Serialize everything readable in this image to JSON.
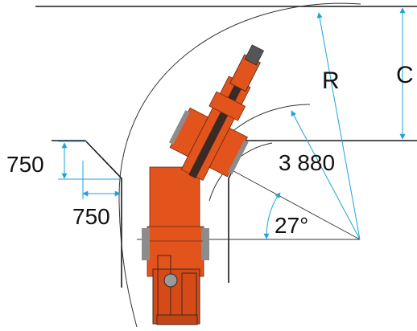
{
  "colors": {
    "wall": "#1a1a1a",
    "path_curve": "#333333",
    "dimension_line": "#1ea3dc",
    "machine_body": "#e3531c",
    "machine_dark": "#3a2a24",
    "machine_grey": "#8c8c8c"
  },
  "labels": {
    "corner_width": "750",
    "corridor_width": "750",
    "radius_symbol": "R",
    "clearance_symbol": "C",
    "inner_radius": "3 880",
    "angle": "27°"
  }
}
